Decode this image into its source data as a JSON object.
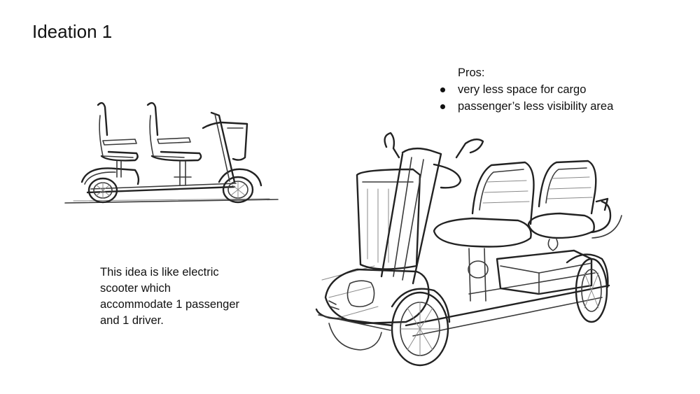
{
  "slide": {
    "title": "Ideation 1",
    "pros": {
      "heading": "Pros:",
      "items": [
        "very less space for cargo",
        "passenger’s less visibility area"
      ]
    },
    "description": {
      "lines": [
        "This idea is like electric",
        "scooter which",
        "accommodate 1 passenger",
        "and 1 driver."
      ]
    },
    "sketches": [
      {
        "name": "side-view-scooter-sketch"
      },
      {
        "name": "perspective-view-scooter-sketch"
      }
    ]
  }
}
